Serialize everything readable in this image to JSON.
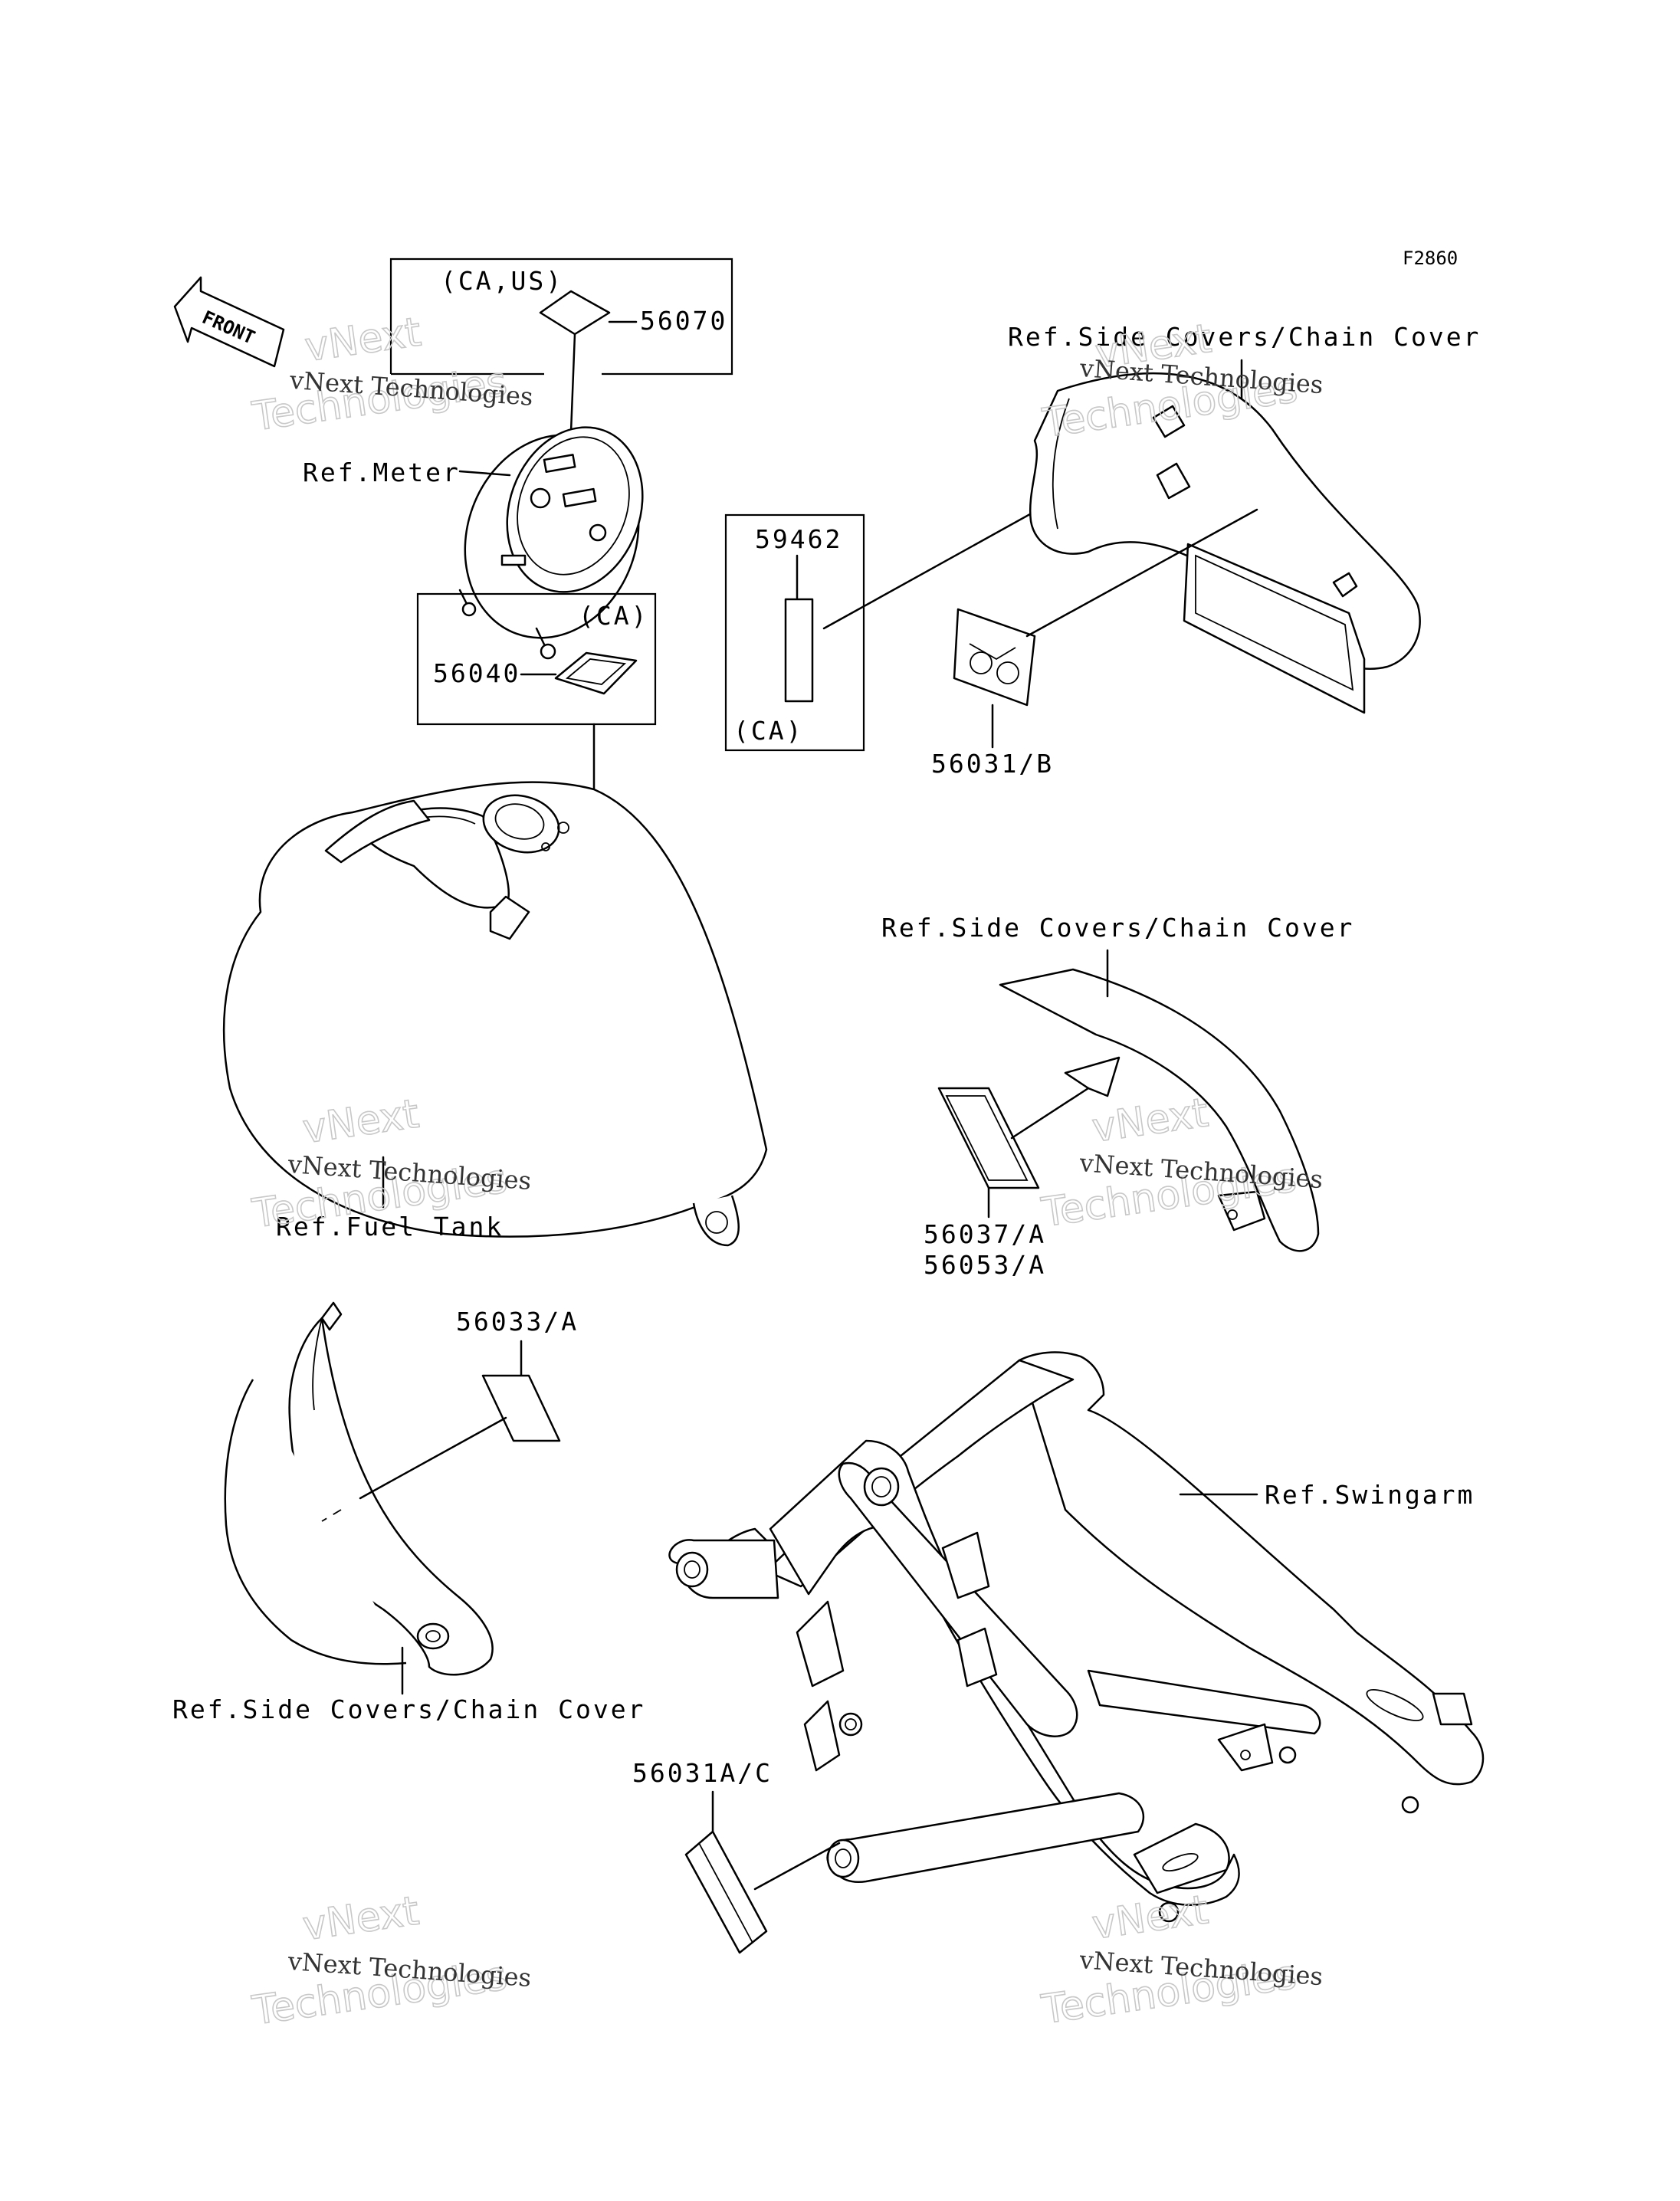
{
  "figure_code": "F2860",
  "front_arrow": {
    "label": "FRONT"
  },
  "labels": {
    "meter": "Ref.Meter",
    "fuel_tank": "Ref.Fuel Tank",
    "side_covers_top": "Ref.Side Covers/Chain Cover",
    "side_covers_mid": "Ref.Side Covers/Chain Cover",
    "side_covers_left": "Ref.Side Covers/Chain Cover",
    "swingarm": "Ref.Swingarm"
  },
  "boxes": {
    "meter_label": {
      "region": "(CA,US)",
      "part": "56070"
    },
    "tank_label": {
      "region": "(CA)",
      "part": "56040"
    },
    "cover_label": {
      "region": "(CA)",
      "part": "59462"
    }
  },
  "parts": {
    "p56031b": "56031/B",
    "p56037a": "56037/A",
    "p56053a": "56053/A",
    "p56033a": "56033/A",
    "p56031ac": "56031A/C"
  },
  "watermark": {
    "line1": "vNext Technologies",
    "line2": "vNext",
    "line3": "Technologies"
  }
}
